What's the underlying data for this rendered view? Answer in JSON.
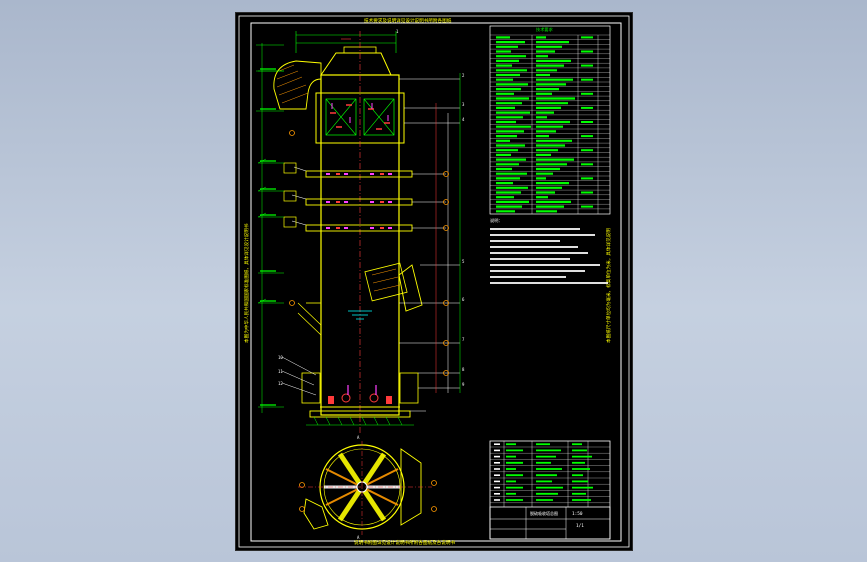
{
  "drawing": {
    "top_note": "技术要求及说明详见设计说明书所附各图纸",
    "left_note": "本图为中华人民共和国国家标准图纸，具体详见设计说明书",
    "right_note": "本图纸尺寸单位均为毫米，标高单位为米，具体详见说明",
    "bottom_note": "说明书附图详见设计说明书所附各图纸及各说明书",
    "tech_header": "技术要求",
    "notes_header": "说明：",
    "section_marks": [
      "A",
      "A"
    ],
    "balloons": [
      "1",
      "2",
      "3",
      "4",
      "5",
      "6",
      "7",
      "8",
      "9",
      "10",
      "11",
      "12"
    ],
    "title_block": {
      "name": "脱硫吸收塔总图",
      "scale": "1:50",
      "sheet": "1/1"
    },
    "colors": {
      "sheet": "#000000",
      "outline": "#ffffff",
      "vessel": "#ffff00",
      "green": "#00ff00",
      "cyan": "#00ffff",
      "red": "#ff3b3b",
      "magenta": "#ff40ff",
      "orange": "#ff9900"
    }
  }
}
